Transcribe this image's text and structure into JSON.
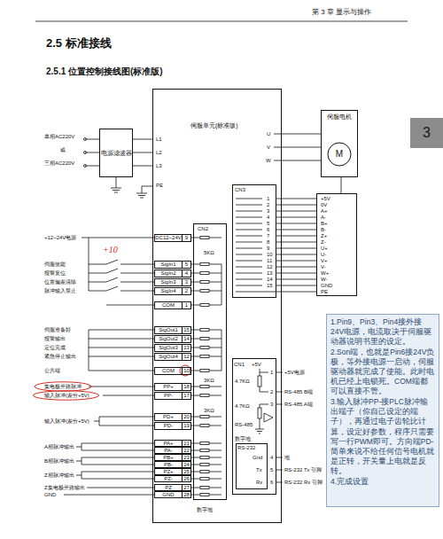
{
  "diagram": {
    "title": "2.5 标准接线",
    "nodes": [
      {
        "text": [
          "伺服单元(标准版)"
        ]
      },
      {
        "text": [
          "电源滤波器"
        ]
      },
      {
        "text": [
          "伺服电机"
        ]
      },
      {
        "text": [
          "M"
        ],
        "in": 2
      },
      {
        "text": [
          "3"
        ]
      },
      {
        "text": [
          "CN3"
        ],
        "in": 0
      },
      {
        "text": [
          "+5V",
          "0V",
          "A+",
          "A-",
          "B+",
          "B-",
          "Z+",
          "Z-",
          "U+",
          "U-",
          "V+",
          "V-",
          "W+",
          "W-",
          "GND",
          "PE"
        ]
      },
      {
        "text": [
          "CN2"
        ],
        "in": 0
      },
      {
        "text": [
          "DC12~24V",
          "9"
        ],
        "in": 0
      },
      {
        "text": [
          "SigIn1",
          "5"
        ],
        "in": 0
      },
      {
        "text": [
          "SigIn2",
          "4"
        ],
        "in": 0
      },
      {
        "text": [
          "SigIn3",
          "3"
        ],
        "in": 0
      },
      {
        "text": [
          "SigIn4",
          "2"
        ],
        "in": 0
      },
      {
        "text": [
          "COM",
          "1"
        ],
        "in": 0
      },
      {
        "text": [
          "SigOut1",
          "15"
        ],
        "in": 0
      },
      {
        "text": [
          "SigOut2",
          "14"
        ],
        "in": 0
      },
      {
        "text": [
          "SigOut3",
          "13"
        ],
        "in": 0
      },
      {
        "text": [
          "SigOut4",
          "12"
        ],
        "in": 0
      },
      {
        "text": [
          "COM",
          "10"
        ],
        "in": 0
      },
      {
        "text": [
          "PP+",
          "18"
        ],
        "in": 0
      },
      {
        "text": [
          "PP-",
          "17"
        ],
        "in": 0
      },
      {
        "text": [
          "PD+",
          "20"
        ],
        "in": 0
      },
      {
        "text": [
          "PD-",
          "19"
        ],
        "in": 0
      },
      {
        "text": [
          "PA+",
          "21"
        ],
        "in": 0
      },
      {
        "text": [
          "PA-",
          "22"
        ],
        "in": 0
      },
      {
        "text": [
          "PB+",
          "23"
        ],
        "in": 0
      },
      {
        "text": [
          "PB-",
          "24"
        ],
        "in": 0
      },
      {
        "text": [
          "PZ+",
          "25"
        ],
        "in": 0
      },
      {
        "text": [
          "PZ-",
          "26"
        ],
        "in": 0
      },
      {
        "text": [
          "PZ",
          "27"
        ],
        "in": 0
      },
      {
        "text": [
          "GND",
          "28"
        ],
        "in": 0
      },
      {
        "text": [
          "CN1",
          "+5V",
          "4.7KΩ",
          "4.7KΩ",
          "RS-485",
          "数字地"
        ],
        "in": 0
      },
      {
        "text": [
          "RS-232",
          "Gnd",
          "Tx",
          "Rx"
        ],
        "in": 31
      },
      {
        "text": [
          "1.Pin9、Pin3、Pin4接外接24V电源，电流取决于伺服驱动器说明书里的设定。",
          "2.Son端，也就是Pin6接24V负极，等外接电源一启动，伺服驱动器就完成了使能。此时电机已经上电锁死。COM端都可以直接不管。",
          "3.输入脉冲PP-接PLC脉冲输出端子（你自己设定的端子），再通过电子齿轮比计算，设定好参数，程序只需要写一行PWM即可。方向端PD-简单来说不给任何信号电机就是正转，开关量上电就是反转。",
          "4.完成设置"
        ]
      }
    ],
    "edges": [
      {
        "from": 1,
        "to": 0,
        "arrow": "none"
      },
      {
        "from": 1,
        "to": 0,
        "arrow": "none"
      },
      {
        "from": 1,
        "to": 0,
        "arrow": "none"
      },
      {
        "from": 0,
        "to": 2,
        "arrow": "none"
      },
      {
        "from": 0,
        "to": 2,
        "arrow": "none"
      },
      {
        "from": 0,
        "to": 2,
        "arrow": "none"
      },
      {
        "from": 5,
        "to": 6,
        "arrow": "none"
      },
      {
        "from": 5,
        "to": 6,
        "arrow": "none"
      },
      {
        "from": 5,
        "to": 6,
        "arrow": "none"
      },
      {
        "from": 5,
        "to": 6,
        "arrow": "none"
      },
      {
        "from": 5,
        "to": 6,
        "arrow": "none"
      },
      {
        "from": 5,
        "to": 6,
        "arrow": "none"
      },
      {
        "from": 5,
        "to": 6,
        "arrow": "none"
      },
      {
        "from": 5,
        "to": 6,
        "arrow": "none"
      },
      {
        "from": 5,
        "to": 6,
        "arrow": "none"
      },
      {
        "from": 5,
        "to": 6,
        "arrow": "none"
      },
      {
        "from": 5,
        "to": 6,
        "arrow": "none"
      },
      {
        "from": 5,
        "to": 6,
        "arrow": "none"
      },
      {
        "from": 5,
        "to": 6,
        "arrow": "none"
      },
      {
        "from": 5,
        "to": 6,
        "arrow": "none"
      },
      {
        "from": 5,
        "to": 6,
        "arrow": "none"
      },
      {
        "from": 5,
        "to": 6,
        "arrow": "none"
      },
      {
        "from": 6,
        "to": 2,
        "arrow": "none"
      }
    ],
    "labels": [
      "第 3 章 显示与操作",
      "2.5.1 位置控制接线图(标准版)",
      "单相AC220V",
      "或",
      "三相AC220V",
      "L1",
      "L2",
      "L3",
      "U",
      "V",
      "W",
      "PE",
      "+12~24V电源",
      "+10",
      "伺服使能",
      "报警复位",
      "位置偏差清除",
      "脉冲输入禁止",
      "伺服准备好",
      "报警输出",
      "定位完成",
      "紧急停止输出",
      "公共端",
      "集电极开路脉冲",
      "输入脉冲(差分+5V)",
      "输入脉冲(差分+5V)",
      "A相脉冲输出",
      "B相脉冲输出",
      "Z相脉冲输出",
      "Z集电极开路输出",
      "GND",
      "1",
      "2",
      "3",
      "4",
      "5",
      "6",
      "7",
      "8",
      "9",
      "10",
      "11",
      "12",
      "13",
      "14",
      "15",
      "5KΩ",
      "3KΩ",
      "3KΩ",
      "数字地",
      "1",
      "2",
      "3",
      "4",
      "5",
      "6",
      "+5V电源",
      "RS-485 B端",
      "RS-485 A端",
      "地",
      "RS-232 Tx 引脚",
      "RS-232 Rx 引脚"
    ]
  }
}
